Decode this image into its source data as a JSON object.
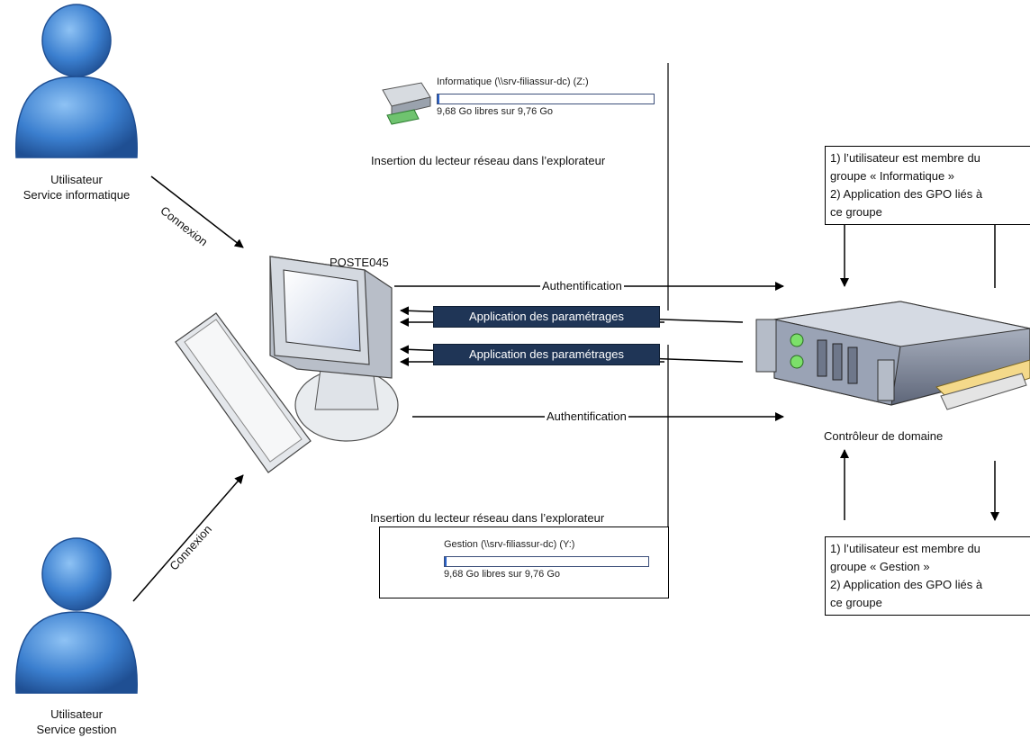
{
  "users": {
    "top": {
      "line1": "Utilisateur",
      "line2": "Service informatique"
    },
    "bottom": {
      "line1": "Utilisateur",
      "line2": "Service gestion"
    }
  },
  "connexion_label": "Connexion",
  "workstation_name": "POSTE045",
  "auth_label": "Authentification",
  "apply_label": "Application des paramétrages",
  "insertion_label": "Insertion du lecteur réseau dans l’explorateur",
  "drives": {
    "top": {
      "name": "Informatique (\\\\srv-filiassur-dc) (Z:)",
      "free": "9,68 Go libres sur 9,76 Go",
      "used_fraction": 0.008
    },
    "bottom": {
      "name": "Gestion (\\\\srv-filiassur-dc) (Y:)",
      "free": "9,68 Go libres sur 9,76 Go",
      "used_fraction": 0.008
    }
  },
  "server_label": "Contrôleur de domaine",
  "info_boxes": {
    "top": {
      "line1": "1) l’utilisateur est membre du",
      "line2": "groupe « Informatique »",
      "line3": "2) Application des GPO liés à",
      "line4": "ce groupe"
    },
    "bottom": {
      "line1": "1) l’utilisateur est membre du",
      "line2": "groupe « Gestion »",
      "line3": "2) Application des GPO liés à",
      "line4": "ce groupe"
    }
  },
  "colors": {
    "user_blue": "#3b7fcf",
    "button_navy": "#1f3556",
    "server_gray": "#8d96a8"
  }
}
